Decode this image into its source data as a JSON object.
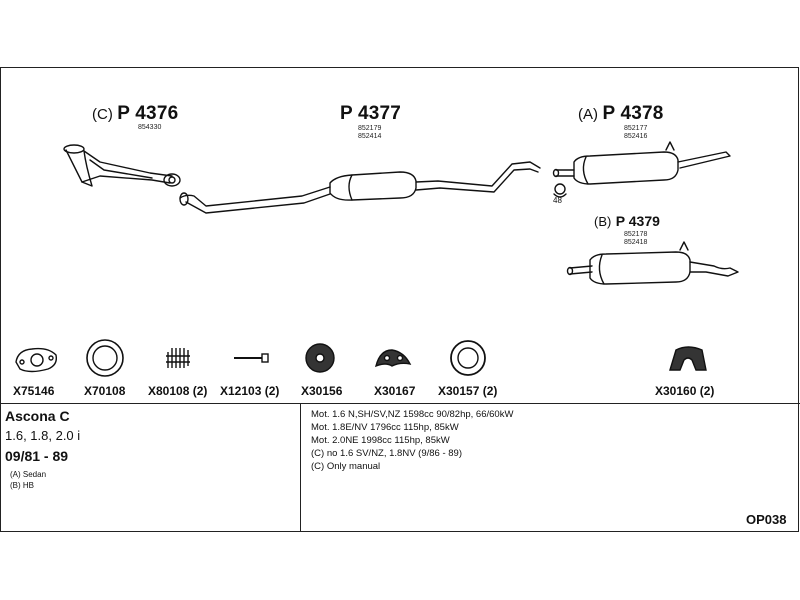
{
  "groups": {
    "c": {
      "prefix": "(C)",
      "code": "P 4376",
      "oe": [
        "854330"
      ]
    },
    "main": {
      "prefix": "",
      "code": "P 4377",
      "oe": [
        "852179",
        "852414"
      ]
    },
    "a": {
      "prefix": "(A)",
      "code": "P 4378",
      "oe": [
        "852177",
        "852416"
      ]
    },
    "b": {
      "prefix": "(B)",
      "code": "P 4379",
      "oe": [
        "852178",
        "852418"
      ]
    }
  },
  "clamp_size": "48",
  "parts": [
    {
      "label": "X75146",
      "icon": "flange-gasket-icon"
    },
    {
      "label": "X70108",
      "icon": "ring-gasket-icon"
    },
    {
      "label": "X80108 (2)",
      "icon": "spring-icon"
    },
    {
      "label": "X12103 (2)",
      "icon": "bolt-icon"
    },
    {
      "label": "X30156",
      "icon": "rubber-mount-icon"
    },
    {
      "label": "X30167",
      "icon": "rubber-hanger-icon"
    },
    {
      "label": "X30157 (2)",
      "icon": "rubber-ring-icon"
    },
    {
      "label": "X30160 (2)",
      "icon": "bracket-mount-icon"
    }
  ],
  "vehicle": {
    "model": "Ascona C",
    "engines": "1.6, 1.8, 2.0 i",
    "years": "09/81 - 89",
    "variants": [
      "(A) Sedan",
      "(B) HB"
    ]
  },
  "notes": [
    "Mot. 1.6 N,SH/SV,NZ 1598cc 90/82hp, 66/60kW",
    "Mot. 1.8E/NV 1796cc 115hp, 85kW",
    "Mot. 2.0NE 1998cc 115hp, 85kW",
    "(C) no 1.6 SV/NZ, 1.8NV (9/86 - 89)",
    "(C) Only manual"
  ],
  "diagram_code": "OP038"
}
